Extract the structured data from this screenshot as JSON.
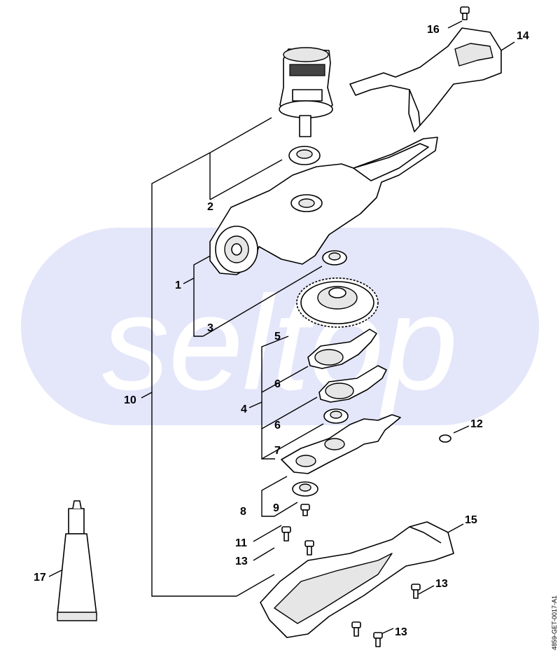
{
  "watermark": {
    "text": "seltop",
    "color": "#e4e6fa"
  },
  "callouts": {
    "c1": "1",
    "c2": "2",
    "c3": "3",
    "c4": "4",
    "c5": "5",
    "c6a": "6",
    "c6b": "6",
    "c7": "7",
    "c8": "8",
    "c9": "9",
    "c10": "10",
    "c11": "11",
    "c12": "12",
    "c13a": "13",
    "c13b": "13",
    "c13c": "13",
    "c14": "14",
    "c15": "15",
    "c16": "16",
    "c17": "17"
  },
  "drawing_code": "4859-GET-0017-A1",
  "parts": {
    "motor": "electric-motor",
    "bearing": "ball-bearing",
    "housing": "gear-housing",
    "gear": "spur-gear",
    "crank": "crank-lever",
    "plate": "guide-plate",
    "cover": "bottom-cover",
    "handle": "handle-shell",
    "grease": "grease-tube",
    "screw": "screw"
  }
}
